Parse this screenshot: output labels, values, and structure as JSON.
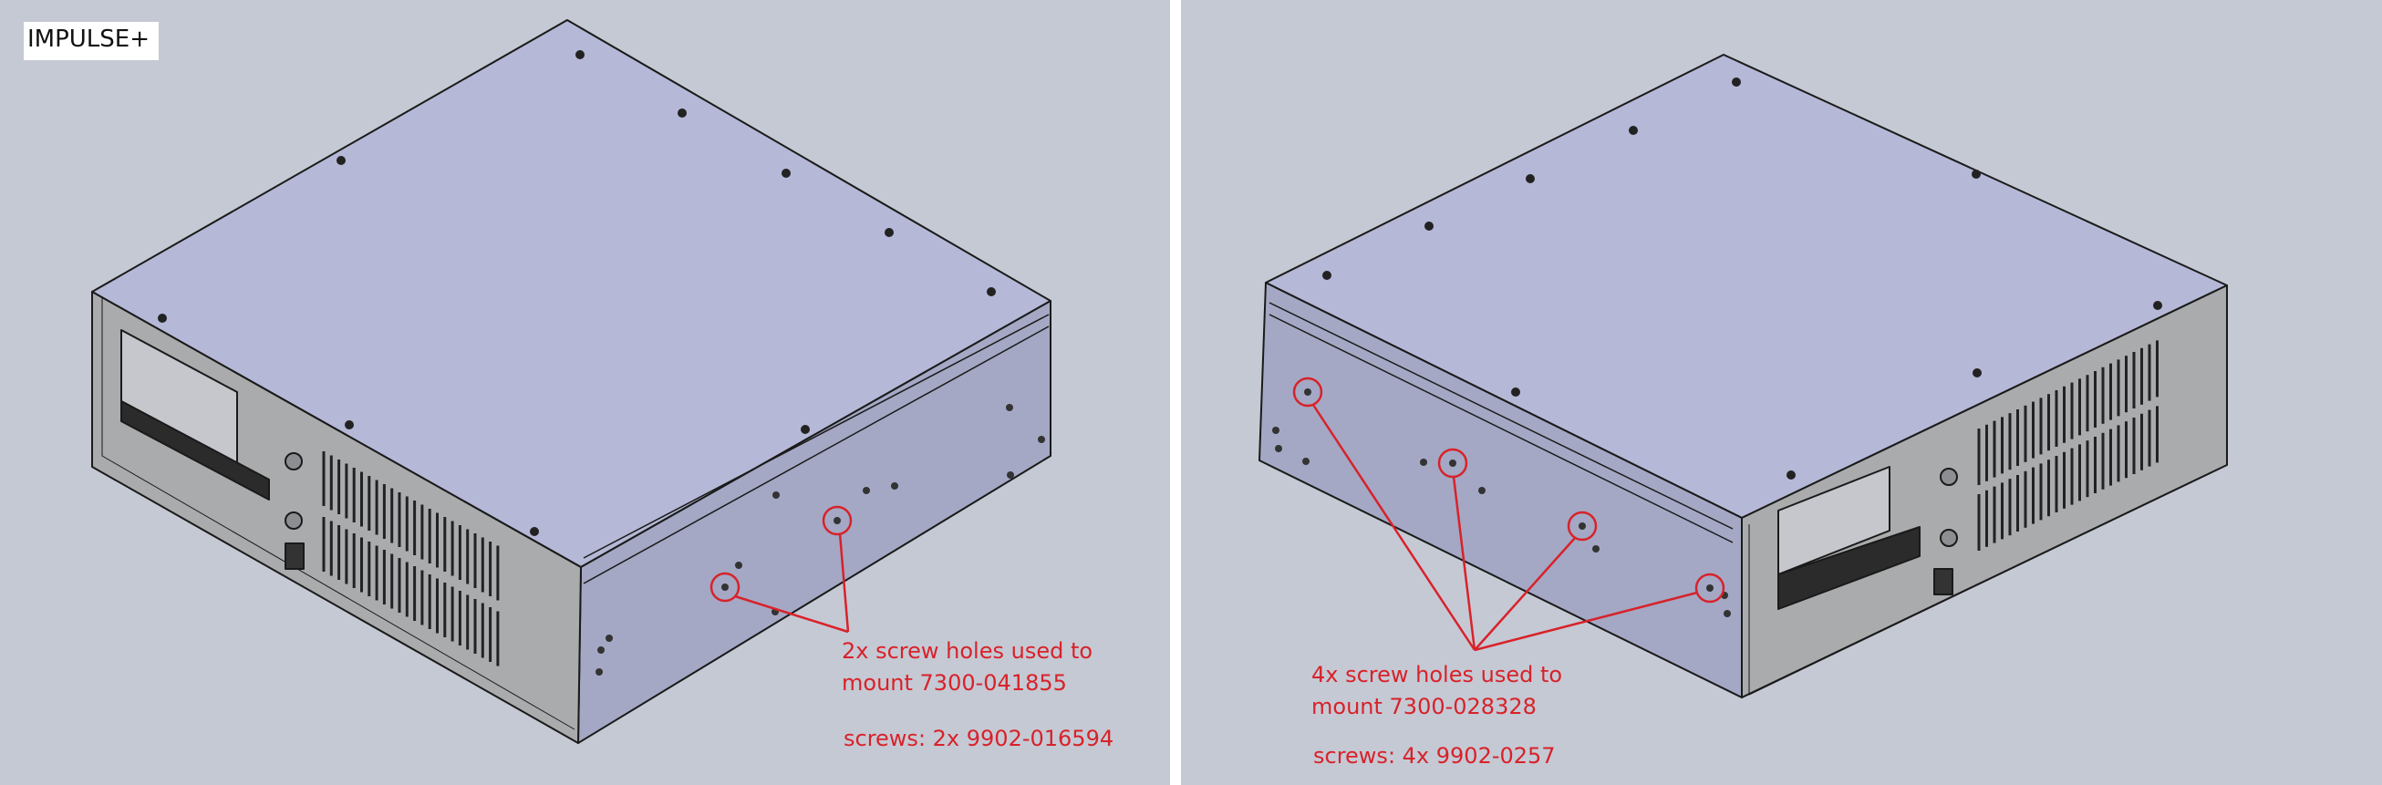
{
  "product_label": "IMPULSE+",
  "left_view": {
    "annotation_line1": "2x screw holes used to",
    "annotation_line2": "mount 7300-041855",
    "screws": "screws: 2x 9902-016594"
  },
  "right_view": {
    "annotation_line1": "4x screw holes used to",
    "annotation_line2": "mount 7300-028328",
    "screws": "screws: 4x 9902-0257"
  },
  "colors": {
    "background": "#c5c9d4",
    "top_face": "#b5b8d6",
    "side_face": "#a4a8c4",
    "front_face": "#a9abad",
    "annotation": "#d8222a"
  }
}
